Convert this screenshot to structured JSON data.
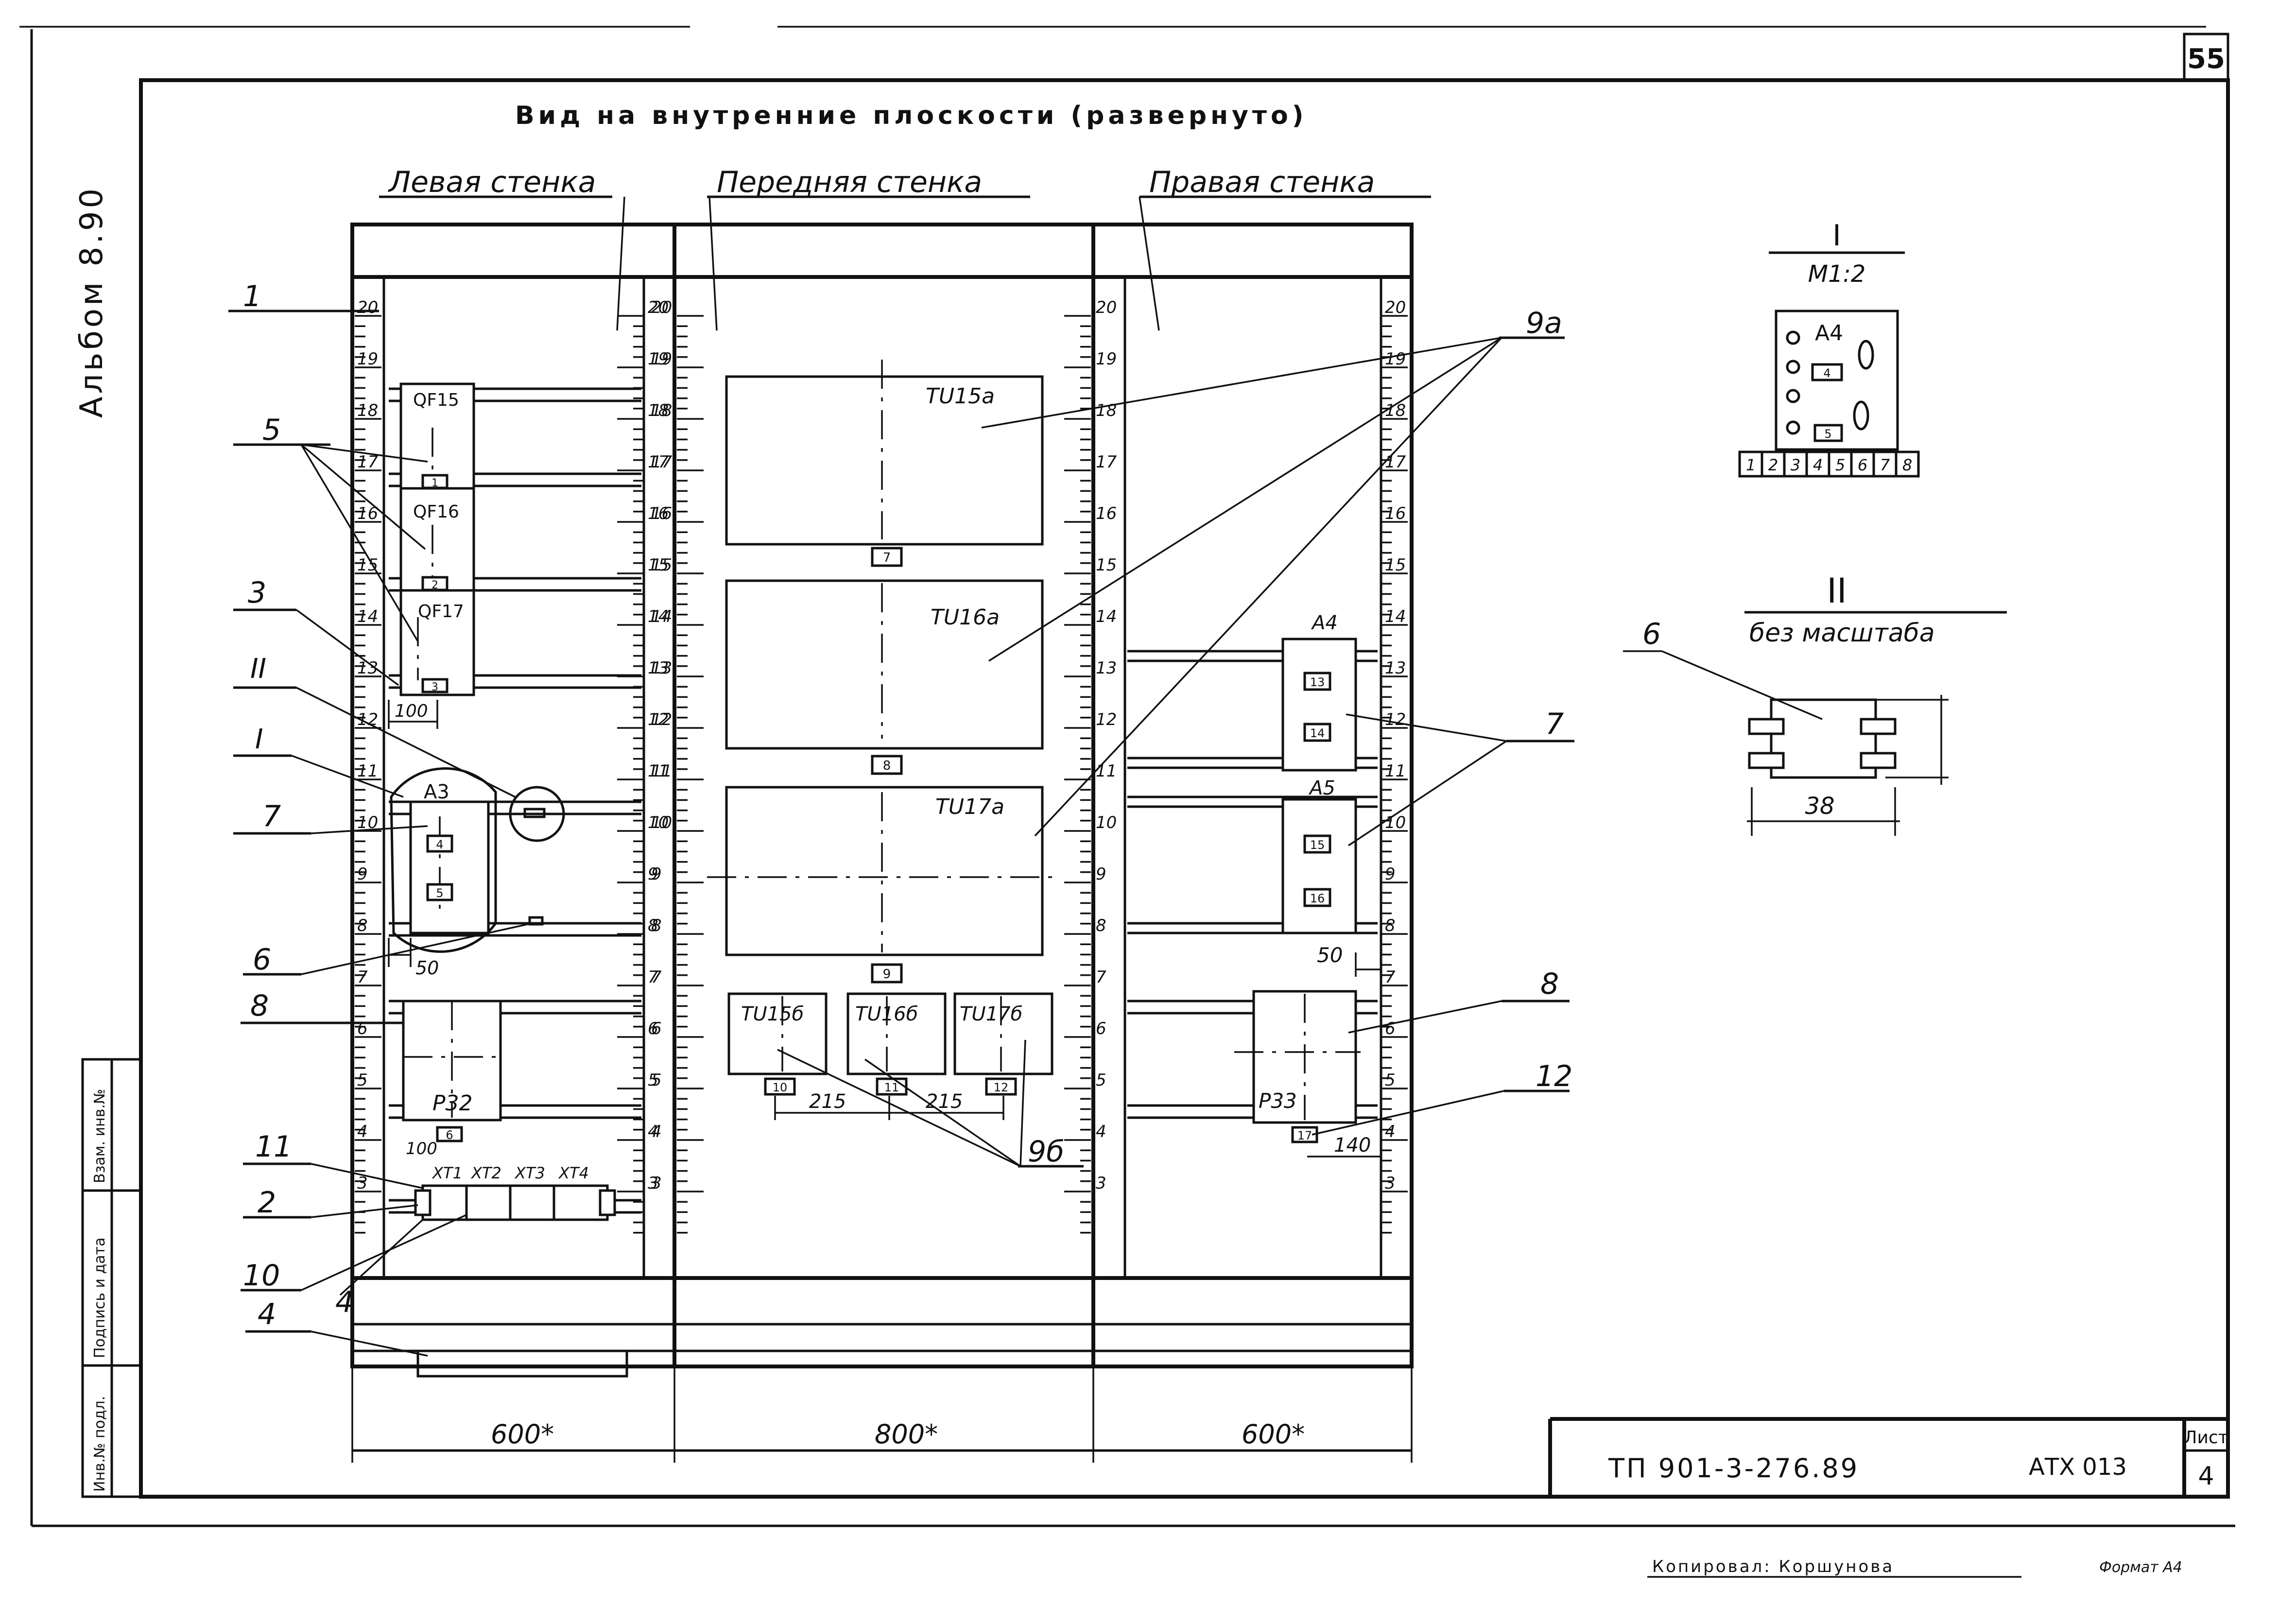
{
  "sheet_page": "55",
  "album": "Альбом 8.90",
  "title": "Вид на внутренние плоскости (развернуто)",
  "walls": {
    "left": "Левая стенка",
    "front": "Передняя стенка",
    "right": "Правая стенка"
  },
  "scale_numbers": [
    "20",
    "19",
    "18",
    "17",
    "16",
    "15",
    "14",
    "13",
    "12",
    "11",
    "10",
    "9",
    "8",
    "7",
    "6",
    "5",
    "4",
    "3"
  ],
  "left_devices": {
    "qf15": "QF15",
    "qf16": "QF16",
    "qf17": "QF17",
    "qf_tags": [
      "1",
      "2",
      "3"
    ],
    "a3": "A3",
    "a3_tags": [
      "4",
      "5"
    ],
    "p32": "P32",
    "p32_tag": "6",
    "terminals": [
      "XT1",
      "XT2",
      "XT3",
      "XT4"
    ],
    "dim_100_a": "100",
    "dim_50": "50",
    "dim_100_b": "100"
  },
  "front_devices": {
    "tu15a": "TU15a",
    "tu16a": "TU16a",
    "tu17a": "TU17a",
    "tags_a": [
      "7",
      "8",
      "9"
    ],
    "tu15b": "TU15б",
    "tu16b": "TU16б",
    "tu17b": "TU17б",
    "tags_b": [
      "10",
      "11",
      "12"
    ],
    "dim_215_a": "215",
    "dim_215_b": "215"
  },
  "right_devices": {
    "a4": "A4",
    "a4_tags": [
      "13",
      "14"
    ],
    "a5": "A5",
    "a5_tags": [
      "15",
      "16"
    ],
    "p33": "P33",
    "p33_tag": "17",
    "dim_50": "50",
    "dim_140": "140"
  },
  "callouts": {
    "c1": "1",
    "c5": "5",
    "c3": "3",
    "cII": "II",
    "cI": "I",
    "c7": "7",
    "c6": "6",
    "c8": "8",
    "c11": "11",
    "c2": "2",
    "c10": "10",
    "c4a": "4",
    "c4b": "4",
    "c9a": "9а",
    "c9b": "9б",
    "c7r": "7",
    "c8r": "8",
    "c12": "12"
  },
  "bottom_dims": {
    "left": "600*",
    "front": "800*",
    "right": "600*"
  },
  "detail_I": {
    "label": "I",
    "scale": "M1:2",
    "device": "A4",
    "tags": [
      "4",
      "5"
    ],
    "terminals": [
      "1",
      "2",
      "3",
      "4",
      "5",
      "6",
      "7",
      "8"
    ]
  },
  "detail_II": {
    "label": "II",
    "scale": "без масштаба",
    "callout": "6",
    "dim": "38"
  },
  "side_stamp": [
    "Инв.№ подл.",
    "Подпись и дата",
    "Взам. инв.№"
  ],
  "title_block": {
    "doc_no": "ТП 901-3-276.89",
    "code": "АТХ 013",
    "sheet_label": "Лист",
    "sheet_no": "4"
  },
  "footer": {
    "copied": "Копировал: Коршунова",
    "format": "Формат А4"
  }
}
